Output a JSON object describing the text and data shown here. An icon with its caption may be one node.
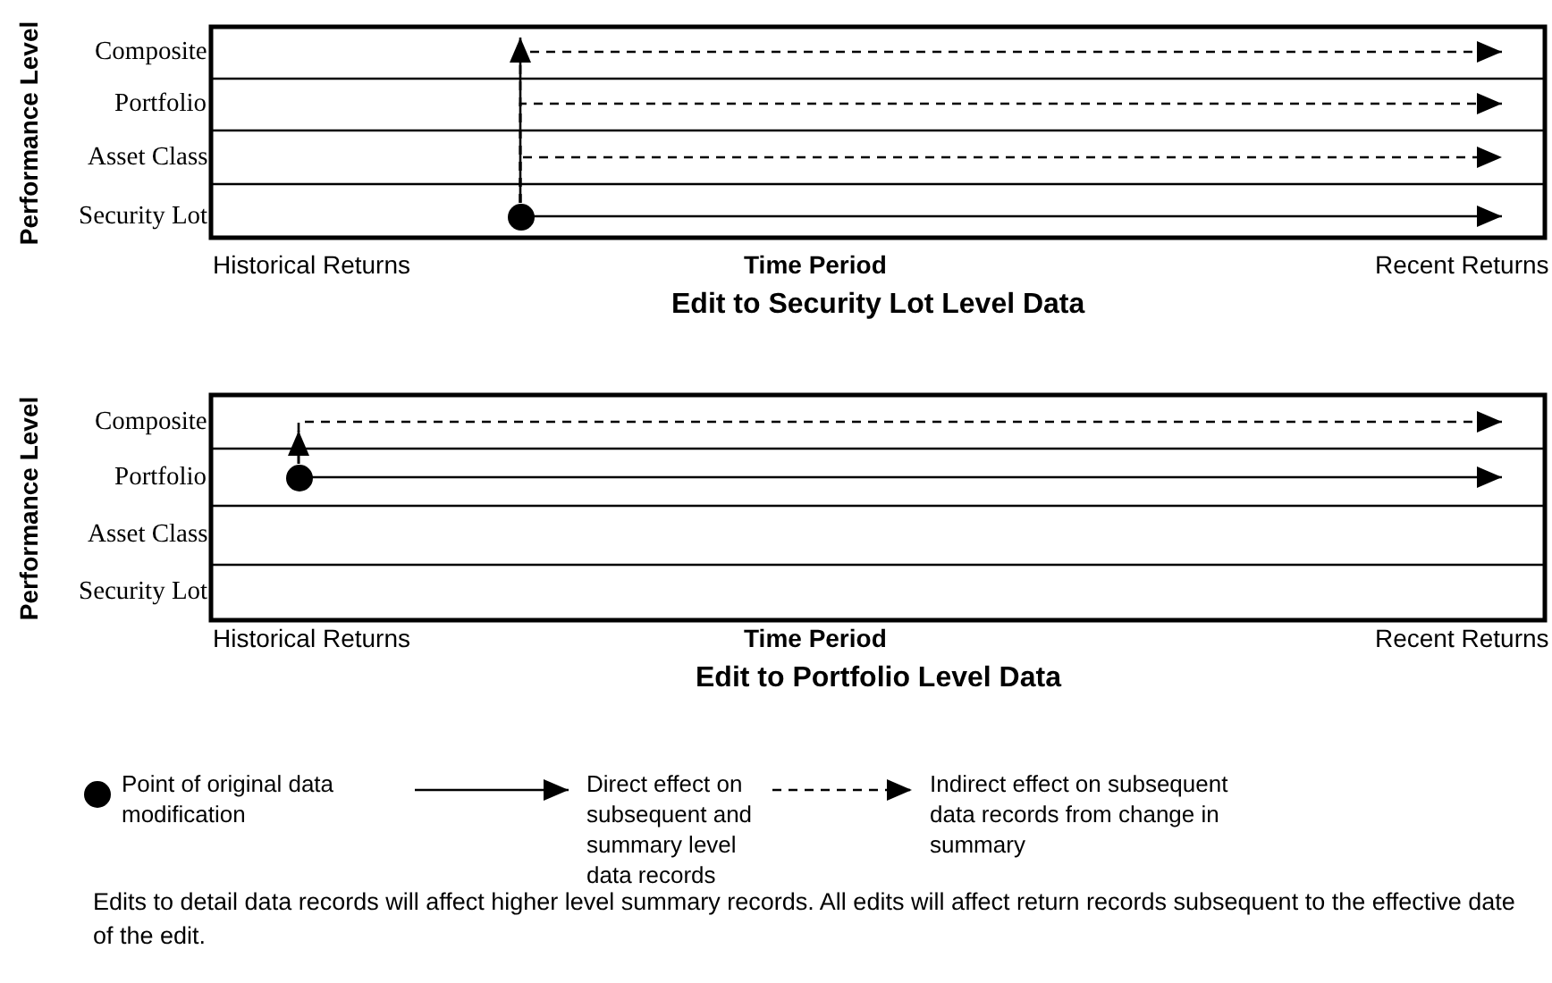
{
  "diagram": {
    "nodes": [
      {
        "text": [],
        "shape": "circle"
      },
      {
        "text": [],
        "shape": "circle"
      }
    ],
    "edges": [
      {
        "from": 0,
        "to": null,
        "arrow": "to"
      },
      {
        "from": 0,
        "to": null,
        "arrow": "to",
        "style": "dashed"
      },
      {
        "from": 0,
        "to": null,
        "arrow": "to",
        "style": "dashed"
      },
      {
        "from": 0,
        "to": null,
        "arrow": "to",
        "style": "dashed"
      },
      {
        "from": 0,
        "to": null,
        "arrow": "to"
      },
      {
        "from": 1,
        "to": null,
        "arrow": "to"
      },
      {
        "from": 1,
        "to": null,
        "arrow": "to",
        "style": "dashed"
      },
      {
        "from": 1,
        "to": null,
        "arrow": "to"
      }
    ],
    "labels": [
      "Performance Level",
      "Composite",
      "Portfolio",
      "Asset Class",
      "Security Lot",
      "Historical Returns",
      "Time Period",
      "Recent Returns",
      "Edit to Security Lot Level Data",
      "Performance Level",
      "Composite",
      "Portfolio",
      "Asset Class",
      "Security Lot",
      "Historical Returns",
      "Time Period",
      "Recent Returns",
      "Edit to Portfolio Level Data",
      "Edits to detail data records will affect higher level summary records. All edits will affect return records subsequent to the effective date of the edit."
    ],
    "legend": [
      {
        "text": "Point of original data modification"
      },
      {
        "text": "Direct effect on subsequent and summary level data records"
      },
      {
        "text": "Indirect effect on subsequent data records from change in summary"
      }
    ]
  }
}
